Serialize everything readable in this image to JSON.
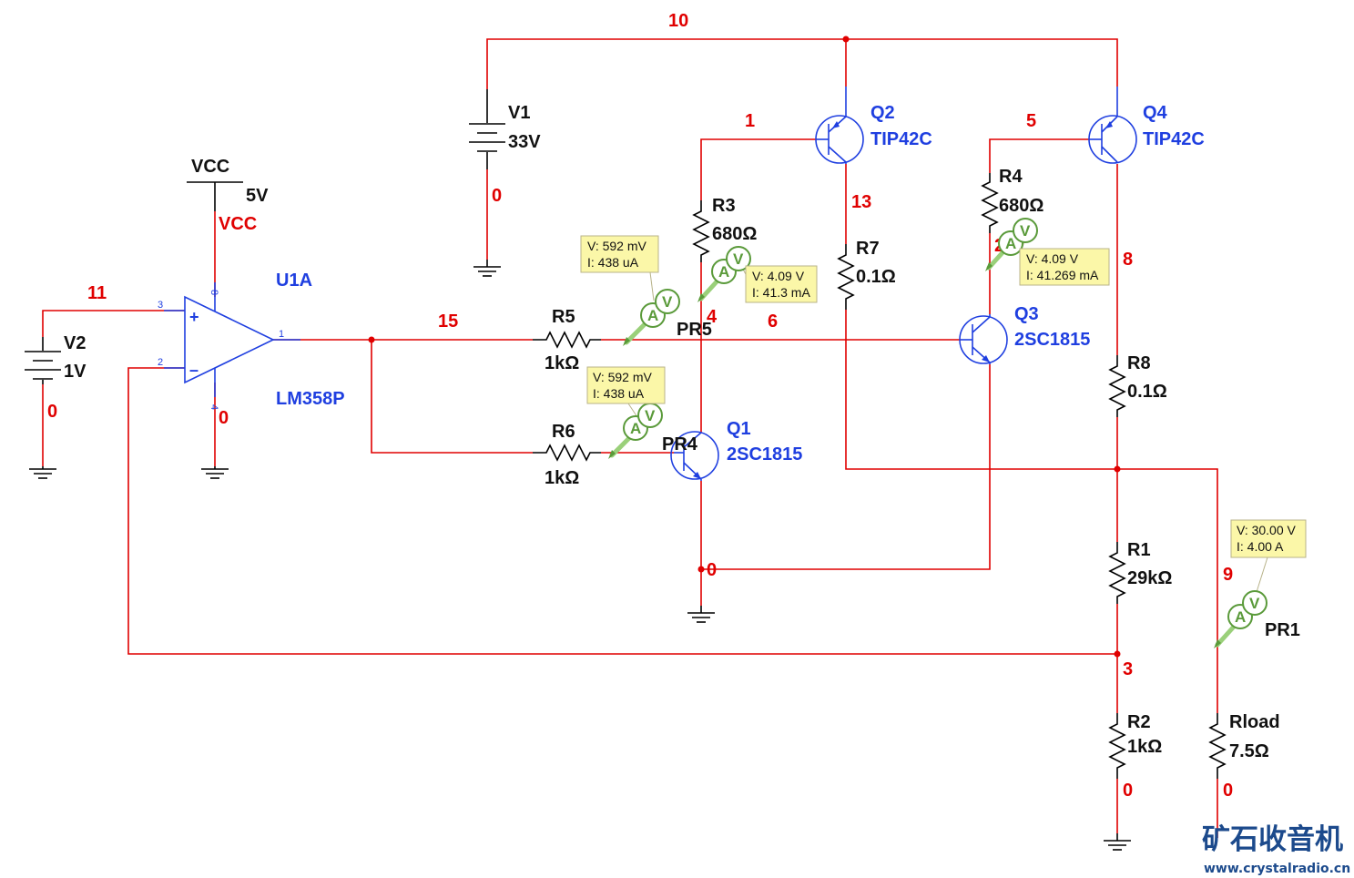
{
  "components": {
    "V1": {
      "name": "V1",
      "value": "33V"
    },
    "V2": {
      "name": "V2",
      "value": "1V"
    },
    "VCC": {
      "name": "VCC",
      "value": "5V",
      "net": "VCC"
    },
    "U1A": {
      "name": "U1A",
      "part": "LM358P",
      "pins": {
        "in_plus": "3",
        "in_minus": "2",
        "out": "1",
        "v_plus": "8",
        "v_minus": "4"
      }
    },
    "Q1": {
      "name": "Q1",
      "part": "2SC1815"
    },
    "Q2": {
      "name": "Q2",
      "part": "TIP42C"
    },
    "Q3": {
      "name": "Q3",
      "part": "2SC1815"
    },
    "Q4": {
      "name": "Q4",
      "part": "TIP42C"
    },
    "R1": {
      "name": "R1",
      "value": "29kΩ"
    },
    "R2": {
      "name": "R2",
      "value": "1kΩ"
    },
    "R3": {
      "name": "R3",
      "value": "680Ω"
    },
    "R4": {
      "name": "R4",
      "value": "680Ω"
    },
    "R5": {
      "name": "R5",
      "value": "1kΩ"
    },
    "R6": {
      "name": "R6",
      "value": "1kΩ"
    },
    "R7": {
      "name": "R7",
      "value": "0.1Ω"
    },
    "R8": {
      "name": "R8",
      "value": "0.1Ω"
    },
    "Rload": {
      "name": "Rload",
      "value": "7.5Ω"
    }
  },
  "nets": {
    "n10": "10",
    "n1": "1",
    "n5": "5",
    "n13": "13",
    "n8": "8",
    "n11": "11",
    "n15": "15",
    "n4": "4",
    "n6": "6",
    "n2": "2",
    "n9": "9",
    "n3": "3",
    "g_v1": "0",
    "g_v2": "0",
    "g_u1": "0",
    "g_q1": "0",
    "g_r2": "0",
    "g_rload": "0"
  },
  "probes": {
    "PR5": {
      "name": "PR5",
      "voltage": "V: 592 mV",
      "current": "I: 438 uA"
    },
    "PR4": {
      "name": "PR4",
      "voltage": "V: 592 mV",
      "current": "I: 438 uA"
    },
    "PR_R3": {
      "voltage": "V: 4.09 V",
      "current": "I: 41.3 mA"
    },
    "PR_R4": {
      "voltage": "V: 4.09 V",
      "current": "I: 41.269 mA"
    },
    "PR1": {
      "name": "PR1",
      "voltage": "V: 30.00 V",
      "current": "I: 4.00 A"
    },
    "letters": {
      "a": "A",
      "v": "V"
    }
  },
  "watermark": {
    "title": "矿石收音机",
    "url": "www.crystalradio.cn"
  },
  "colors": {
    "wire": "#e00000",
    "component": "#000000",
    "label": "#1f3fe0",
    "probe_box": "#fbf7a8",
    "probe_icon": "#5a9a3a"
  }
}
